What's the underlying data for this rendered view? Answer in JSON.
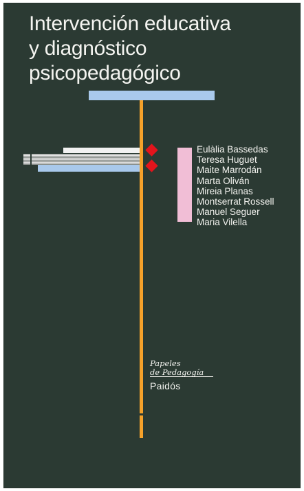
{
  "title_lines": [
    "Intervención educativa",
    "y diagnóstico",
    "psicopedagógico"
  ],
  "authors": [
    "Eulàlia Bassedas",
    "Teresa Huguet",
    "Maite Marrodán",
    "Marta Oliván",
    "Mireia Planas",
    "Montserrat Rossell",
    "Manuel Seguer",
    "Maria Vilella"
  ],
  "series": {
    "line1": "Papeles",
    "line2": "de Pedagogía"
  },
  "publisher": "Paidós",
  "colors": {
    "background": "#2b3a33",
    "accent_blue": "#a9c9ec",
    "accent_orange": "#f5a12a",
    "accent_red": "#e3141c",
    "accent_pink": "#f1bed6",
    "text": "#f4f4f0"
  }
}
